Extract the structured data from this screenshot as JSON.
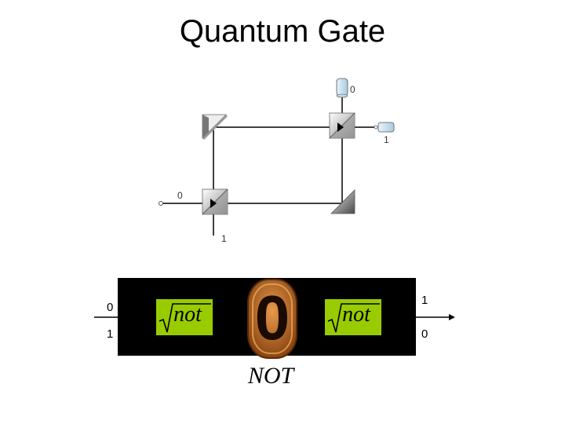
{
  "title": "Quantum Gate",
  "interferometer": {
    "input_label_0": "0",
    "input_label_1": "1",
    "detector_top_label": "0",
    "detector_right_label": "1"
  },
  "gate_band": {
    "in_label_0": "0",
    "in_label_1": "1",
    "out_label_1": "1",
    "out_label_0": "0",
    "sqrt_not_left": "not",
    "sqrt_not_right": "not",
    "center_glyph": "0",
    "caption": "NOT"
  },
  "colors": {
    "background": "#ffffff",
    "band": "#000000",
    "sqrt_box": "#99cc00",
    "badge": "#c8731f",
    "detector": "#cfe6f2"
  }
}
